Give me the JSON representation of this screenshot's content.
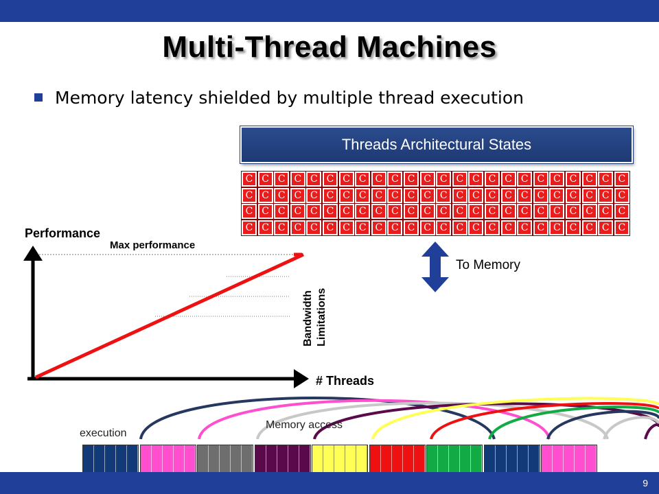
{
  "slide": {
    "title": "Multi-Thread Machines",
    "bullet": "Memory latency shielded by multiple thread execution",
    "page_number": "9"
  },
  "states_box": {
    "label": "Threads Architectural States"
  },
  "core_grid": {
    "rows": 4,
    "cols": 24,
    "cell_label": "C",
    "color": "#e81e1e"
  },
  "to_memory": {
    "label": "To Memory",
    "arrow_color": "#1f3f99"
  },
  "perf_chart": {
    "ylabel": "Performance",
    "xlabel": "# Threads",
    "max_label": "Max performance",
    "bandwidth_label_line1": "Bandwidth",
    "bandwidth_label_line2": "Limitations",
    "line_color": "#ee1111"
  },
  "timeline": {
    "execution_label": "execution",
    "memory_label": "Memory access",
    "colors": [
      "#123a78",
      "#ff4fcf",
      "#6e6e6e",
      "#5a0a4a",
      "#ffff55",
      "#ee1111",
      "#11aa44",
      "#123a78",
      "#ff4fcf"
    ],
    "arc_colors": [
      "#26385e",
      "#ff4fcf",
      "#c8c8c8",
      "#5a0a4a",
      "#ffff55",
      "#ee1111",
      "#11aa44",
      "#26385e",
      "#c8c8c8",
      "#5a0a4a"
    ]
  }
}
